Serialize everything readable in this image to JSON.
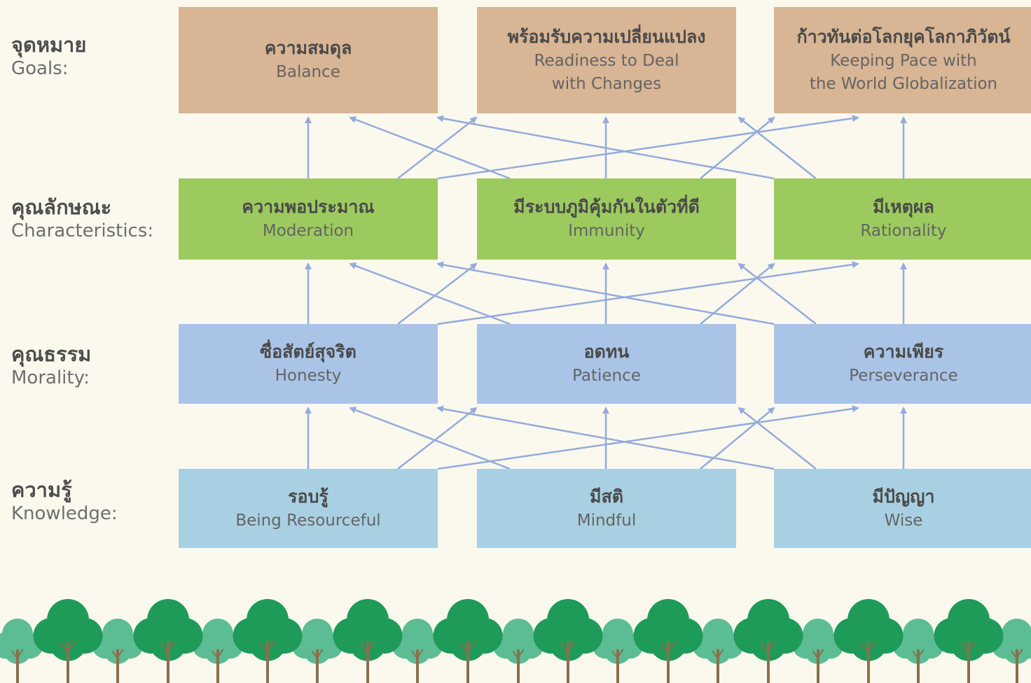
{
  "colors": {
    "background": "#fbf9ee",
    "goals": "#d8b594",
    "characteristics": "#9cca5e",
    "morality": "#a9c4e6",
    "knowledge": "#a9d0e2",
    "arrow": "#94abdc",
    "tree_dark": "#1e9a59",
    "tree_light": "#5cbc93",
    "trunk": "#8a6f4e"
  },
  "rows": [
    {
      "id": "goals",
      "label_th": "จุดหมาย",
      "label_en": "Goals:",
      "boxes": [
        {
          "th": "ความสมดุล",
          "en": "Balance"
        },
        {
          "th": "พร้อมรับความเปลี่ยนแปลง",
          "en": "Readiness to Deal\nwith Changes"
        },
        {
          "th": "ก้าวทันต่อโลกยุคโลกาภิวัตน์",
          "en": "Keeping Pace with\nthe World Globalization"
        }
      ]
    },
    {
      "id": "characteristics",
      "label_th": "คุณลักษณะ",
      "label_en": "Characteristics:",
      "boxes": [
        {
          "th": "ความพอประมาณ",
          "en": "Moderation"
        },
        {
          "th": "มีระบบภูมิคุ้มกันในตัวที่ดี",
          "en": "Immunity"
        },
        {
          "th": "มีเหตุผล",
          "en": "Rationality"
        }
      ]
    },
    {
      "id": "morality",
      "label_th": "คุณธรรม",
      "label_en": "Morality:",
      "boxes": [
        {
          "th": "ซื่อสัตย์สุจริต",
          "en": "Honesty"
        },
        {
          "th": "อดทน",
          "en": "Patience"
        },
        {
          "th": "ความเพียร",
          "en": "Perseverance"
        }
      ]
    },
    {
      "id": "knowledge",
      "label_th": "ความรู้",
      "label_en": "Knowledge:",
      "boxes": [
        {
          "th": "รอบรู้",
          "en": "Being Resourceful"
        },
        {
          "th": "มีสติ",
          "en": "Mindful"
        },
        {
          "th": "มีปัญญา",
          "en": "Wise"
        }
      ]
    }
  ],
  "connections": "each box connects upward to all three boxes in the row above"
}
